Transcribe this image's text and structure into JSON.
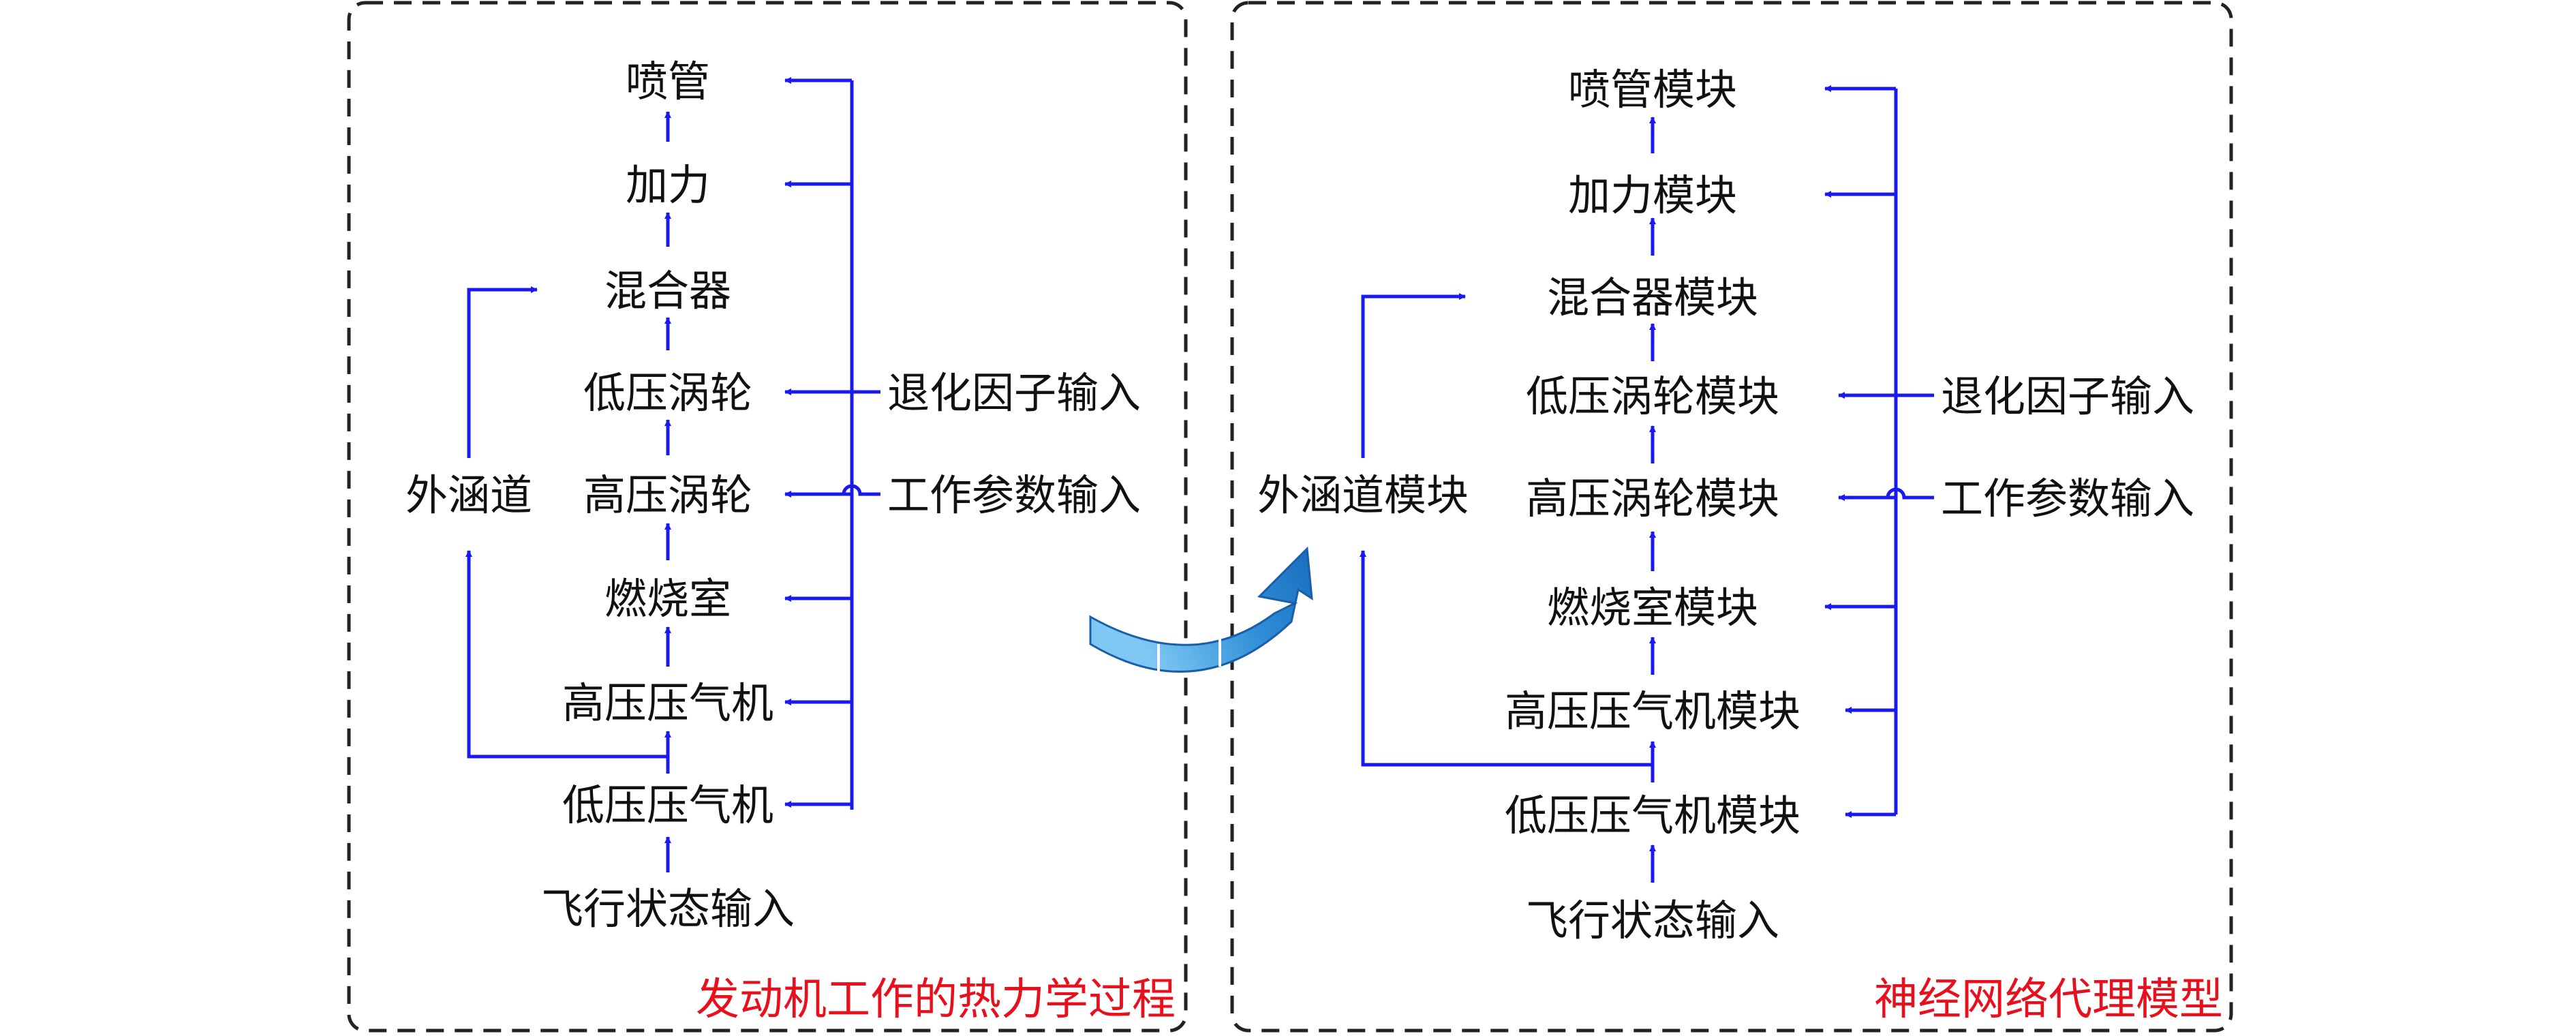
{
  "left_panel": {
    "caption": "发动机工作的热力学过程",
    "nodes": {
      "nozzle": "喷管",
      "afterburner": "加力",
      "mixer": "混合器",
      "lpt": "低压涡轮",
      "hpt": "高压涡轮",
      "combustor": "燃烧室",
      "hpc": "高压压气机",
      "lpc": "低压压气机",
      "bypass": "外涵道",
      "flight_input": "飞行状态输入",
      "degradation_input": "退化因子输入",
      "operating_input": "工作参数输入"
    }
  },
  "right_panel": {
    "caption": "神经网络代理模型",
    "nodes": {
      "nozzle": "喷管模块",
      "afterburner": "加力模块",
      "mixer": "混合器模块",
      "lpt": "低压涡轮模块",
      "hpt": "高压涡轮模块",
      "combustor": "燃烧室模块",
      "hpc": "高压压气机模块",
      "lpc": "低压压气机模块",
      "bypass": "外涵道模块",
      "flight_input": "飞行状态输入",
      "degradation_input": "退化因子输入",
      "operating_input": "工作参数输入"
    }
  },
  "colors": {
    "arrow": "#1a1aee",
    "caption": "#e8101c",
    "text": "#111111",
    "border": "#222222",
    "transition_arrow": "#2f8fd8"
  },
  "icons": {
    "transition": "curved-transition-arrow-icon"
  }
}
